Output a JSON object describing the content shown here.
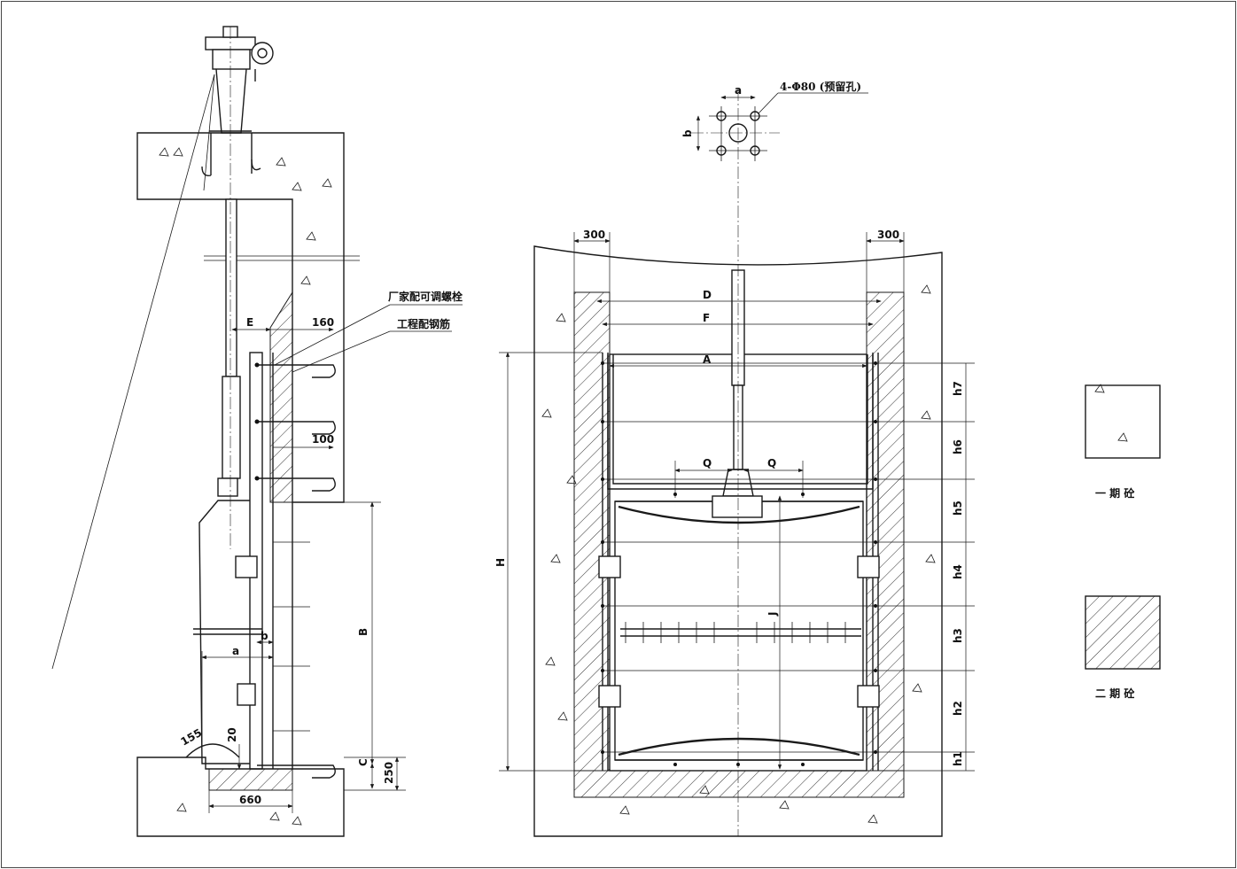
{
  "labels": {
    "note_bolt": "厂家配可调螺栓",
    "note_rebar": "工程配钢筋",
    "left_E": "E",
    "left_160": "160",
    "left_100": "100",
    "left_B": "B",
    "left_a": "a",
    "left_b": "b",
    "left_155": "155",
    "left_20": "20",
    "left_C": "C",
    "left_250": "250",
    "left_660": "660",
    "top_a": "a",
    "top_b": "b",
    "top_holes": "4-Φ80 (预留孔)",
    "dim_300_left": "300",
    "dim_300_right": "300",
    "dim_D": "D",
    "dim_F": "F",
    "dim_A": "A",
    "dim_H": "H",
    "dim_J": "J",
    "dim_Q_left": "Q",
    "dim_Q_right": "Q",
    "h_labels": [
      "h7",
      "h6",
      "h5",
      "h4",
      "h3",
      "h2",
      "h1"
    ]
  },
  "legend": [
    {
      "key": "first_stage",
      "label": "一 期 砼"
    },
    {
      "key": "second_stage",
      "label": "二 期 砼"
    }
  ]
}
